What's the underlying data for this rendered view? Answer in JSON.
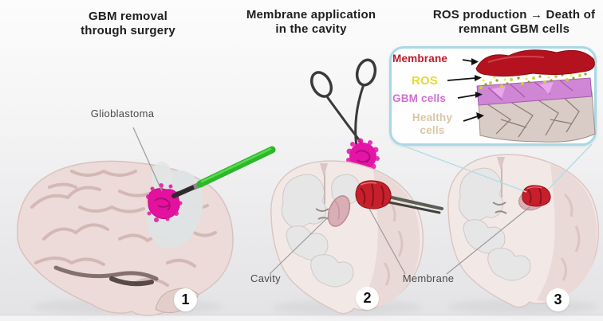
{
  "steps": [
    {
      "number": "1",
      "title": "GBM removal through surgery"
    },
    {
      "number": "2",
      "title": "Membrane application in the cavity"
    },
    {
      "number": "3",
      "title": "ROS production → Death of remnant GBM cells"
    }
  ],
  "annotations": {
    "glioblastoma": "Glioblastoma",
    "cavity": "Cavity",
    "membrane": "Membrane"
  },
  "inset": {
    "rows": [
      {
        "label": "Membrane",
        "color": "#bf1a2a"
      },
      {
        "label": "ROS",
        "color": "#e4da35"
      },
      {
        "label": "GBM cells",
        "color": "#cf6fd0"
      },
      {
        "label": "Healthy cells",
        "color": "#d8c7a6"
      }
    ],
    "border_color": "#a9d8e4"
  },
  "colors": {
    "membrane_red": "#c6202c",
    "tumor_magenta": "#e3129e",
    "tool_green": "#2db82b",
    "callout_blue": "#b5dce8"
  }
}
